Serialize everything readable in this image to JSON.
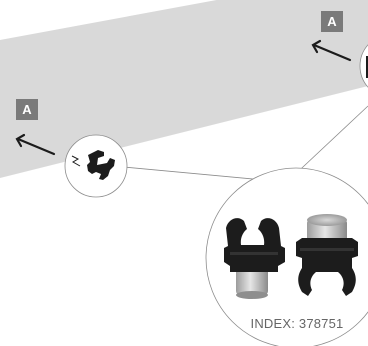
{
  "callouts": {
    "top_badge": "A",
    "left_badge": "A"
  },
  "detail": {
    "index_label": "INDEX: 378751"
  },
  "colors": {
    "band": "#d9d9d9",
    "badge": "#7a7a7a",
    "part": "#1c1c1c",
    "metal": "#b9b9b9",
    "leader": "#8c8c8c",
    "caption": "#666666"
  },
  "icons": {
    "arrow": "arrow-up-left-icon",
    "snap": "snap-spark-icon"
  }
}
